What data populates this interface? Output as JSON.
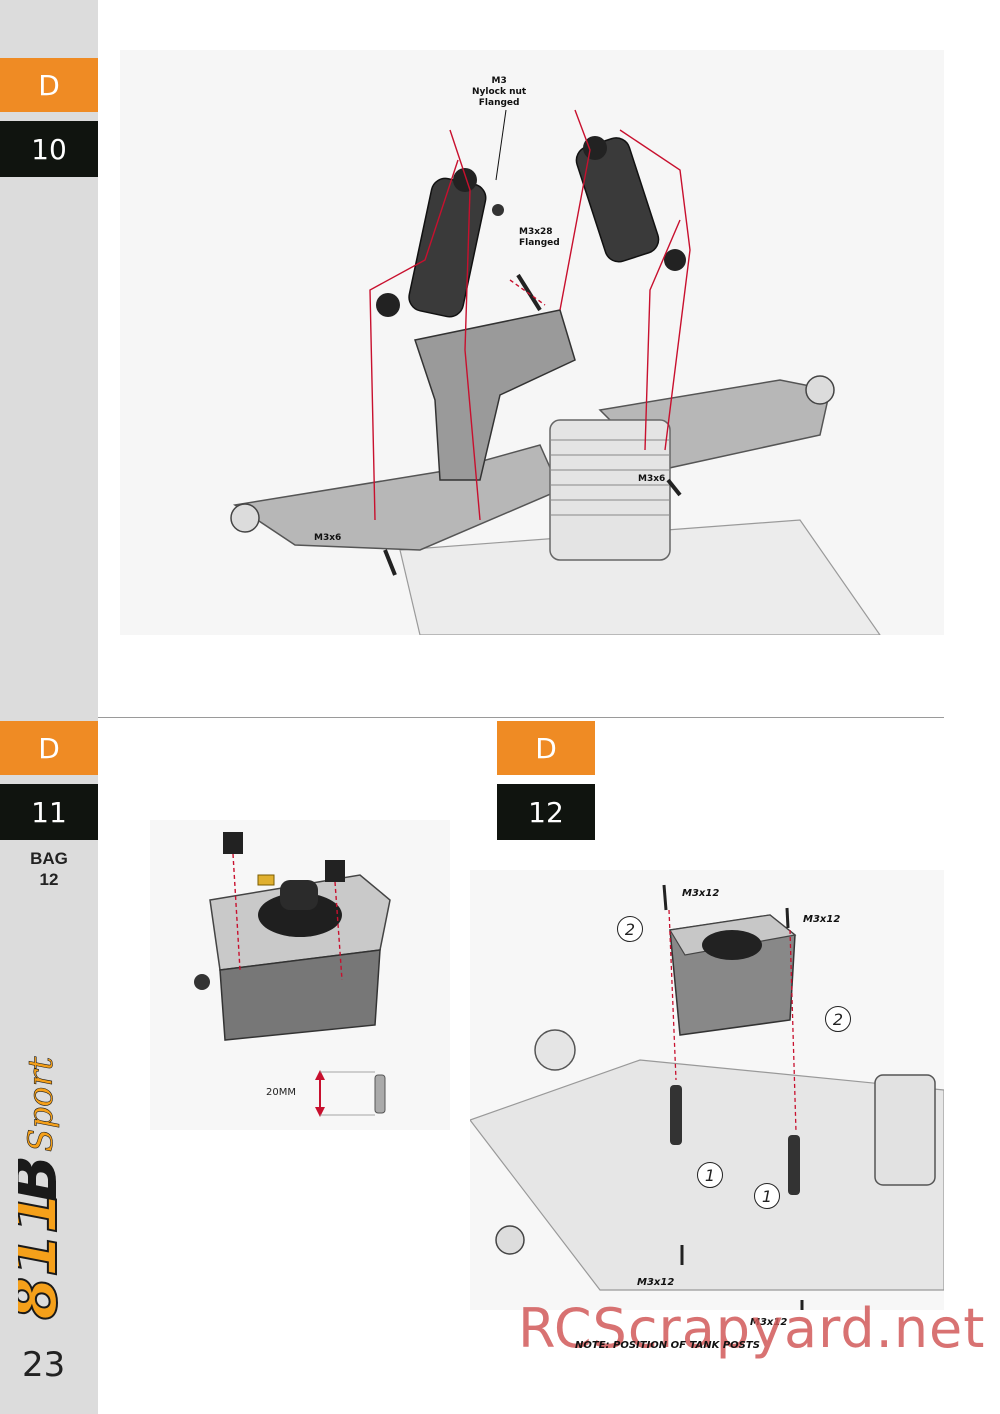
{
  "sidebar": {
    "step_d10": {
      "letter": "D",
      "number": "10"
    },
    "step_d11": {
      "letter": "D",
      "number": "11",
      "bag": [
        "BAG",
        "12"
      ]
    },
    "page_number": "23",
    "logo_text": "811B Sport"
  },
  "step_d12": {
    "letter": "D",
    "number": "12"
  },
  "step10_figure": {
    "labels": {
      "nylock": [
        "M3",
        "Nylock nut",
        "Flanged"
      ],
      "m3x28": [
        "M3x28",
        "Flanged"
      ],
      "m3x6_right": "M3x6",
      "m3x6_left": "M3x6"
    }
  },
  "step11_figure": {
    "dimension": "20MM"
  },
  "step12_figure": {
    "screws": [
      "M3x12",
      "M3x12",
      "M3x12",
      "M3x12"
    ],
    "callouts": [
      "2",
      "2",
      "1",
      "1"
    ],
    "note": "NOTE: POSITION OF TANK POSTS"
  },
  "watermark": "RCScrapyard.net",
  "colors": {
    "accent_orange": "#ef8b24",
    "tab_black": "#10140f",
    "sidebar_gray": "#dcdcdc",
    "red_guide": "#c8102e"
  }
}
